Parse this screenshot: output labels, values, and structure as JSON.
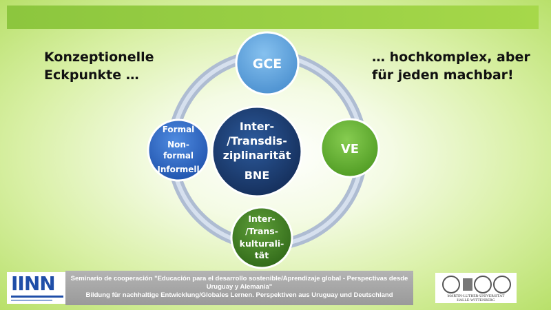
{
  "heading_left": {
    "line1": "Konzeptionelle",
    "line2": "Eckpunkte …"
  },
  "heading_right": {
    "line1": "… hochkomplex, aber",
    "line2": "für jeden machbar!"
  },
  "diagram": {
    "center": {
      "lines": [
        "Inter-",
        "/Transdis-",
        "ziplinarität",
        "BNE"
      ],
      "color": "#1d3c6e"
    },
    "nodes": {
      "top": {
        "lines": [
          "GCE"
        ],
        "color": "#5aa0db"
      },
      "right": {
        "lines": [
          "VE"
        ],
        "color": "#63b22e"
      },
      "bottom": {
        "lines": [
          "Inter-",
          "/Trans-",
          "kulturali-",
          "tät"
        ],
        "color": "#3f7d22"
      },
      "left": {
        "lines": [
          "Formal",
          "Non-",
          "formal",
          "Informell"
        ],
        "color": "#2b67c4"
      }
    },
    "ring_color": "#b8c6da"
  },
  "footer": {
    "logo_left": "IINN",
    "line1": "Seminario de cooperación \"Educación para el desarrollo sostenible/Aprendizaje global - Perspectivas desde",
    "line2": "Uruguay y Alemania\"",
    "line3": "Bildung für nachhaltige Entwicklung/Globales Lernen. Perspektiven aus Uruguay und Deutschland",
    "logo_right_line1": "MARTIN-LUTHER-UNIVERSITÄT",
    "logo_right_line2": "HALLE-WITTENBERG"
  }
}
